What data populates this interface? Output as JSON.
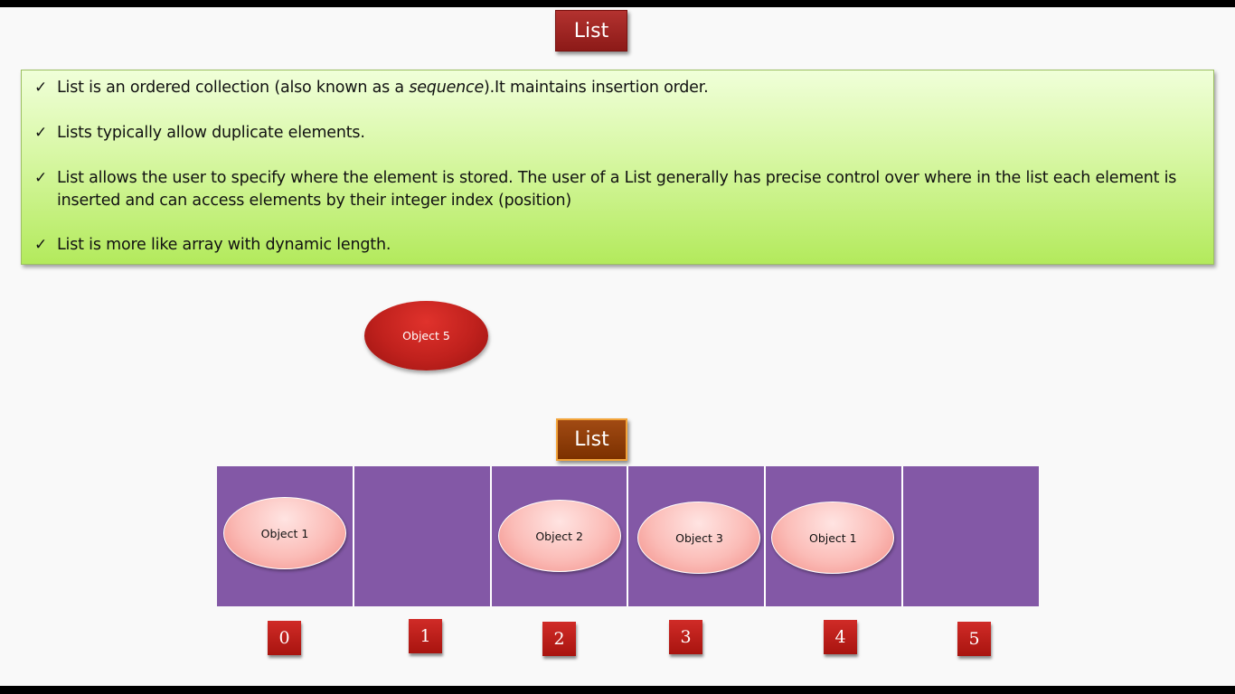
{
  "title": "List",
  "bullets": [
    {
      "pre": "List is an ordered collection (also known as a ",
      "em": "sequence",
      "post": ").It maintains insertion order."
    },
    {
      "pre": "Lists typically allow duplicate elements.",
      "em": "",
      "post": ""
    },
    {
      "pre": "List allows the user to specify where the element is stored. The user of a List generally has precise control over where in the list each element is inserted and can access elements by their integer index (position)",
      "em": "",
      "post": ""
    },
    {
      "pre": "List is more like array with dynamic length.",
      "em": "",
      "post": ""
    }
  ],
  "check_glyph": "✓",
  "floating_object": "Object 5",
  "list_label": "List",
  "slots": [
    {
      "object": "Object 1"
    },
    {
      "object": ""
    },
    {
      "object": "Object 2"
    },
    {
      "object": "Object 3"
    },
    {
      "object": "Object 1"
    },
    {
      "object": ""
    }
  ],
  "indices": [
    "0",
    "1",
    "2",
    "3",
    "4",
    "5"
  ],
  "colors": {
    "title_red": "#a4221f",
    "list_brown": "#8e3e08",
    "bullet_green": "#c9f08a",
    "slot_purple": "#8358a6",
    "object_red": "#c0211d",
    "object_pink": "#fbbcb7",
    "index_red": "#c0211d"
  }
}
